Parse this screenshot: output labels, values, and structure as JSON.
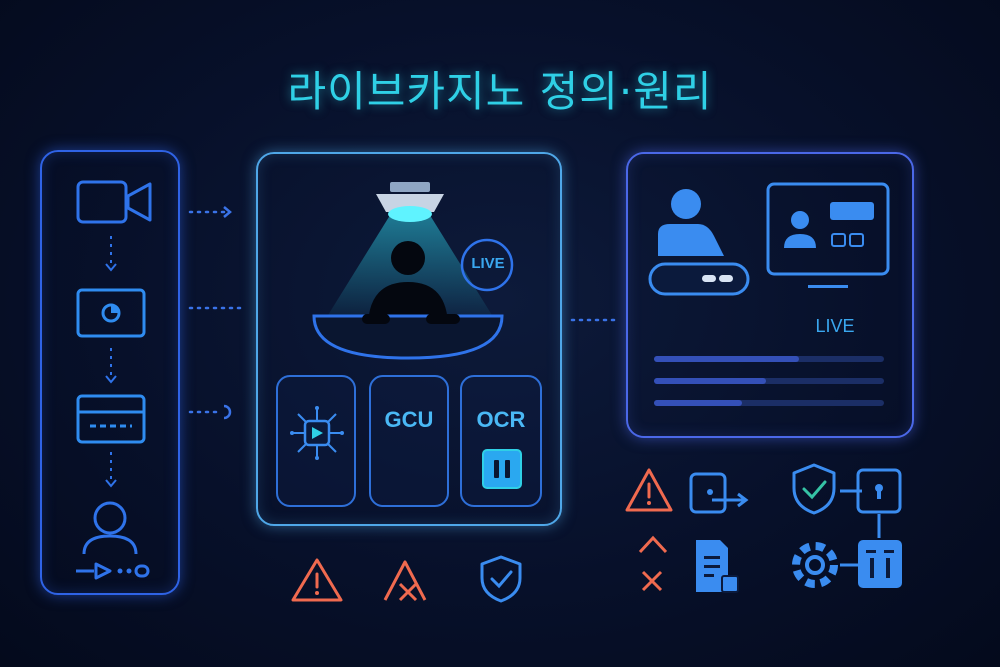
{
  "title": "라이브카지노 정의·원리",
  "center": {
    "live_badge": "LIVE",
    "cards": [
      {
        "label": ""
      },
      {
        "label": "GCU"
      },
      {
        "label": "OCR"
      }
    ]
  },
  "right": {
    "live_label": "LIVE"
  },
  "colors": {
    "title": "#2fd0e6",
    "accent_blue": "#3a8cf0",
    "warning_orange": "#f06a4f",
    "check_blue": "#3a8cf0"
  },
  "icons": {
    "left": [
      "video-camera-icon",
      "display-icon",
      "card-icon",
      "user-icon",
      "flow-arrow-icon"
    ],
    "center": [
      "spotlight-icon",
      "dealer-icon",
      "live-badge-icon",
      "chip-icon",
      "pause-icon",
      "warning-icon",
      "cross-triangle-icon",
      "shield-check-icon"
    ],
    "right": [
      "dealer-icon",
      "monitor-icon",
      "warning-icon",
      "redirect-icon",
      "cross-icon",
      "document-icon",
      "shield-check-icon",
      "lock-icon",
      "gear-icon",
      "server-icon"
    ]
  }
}
